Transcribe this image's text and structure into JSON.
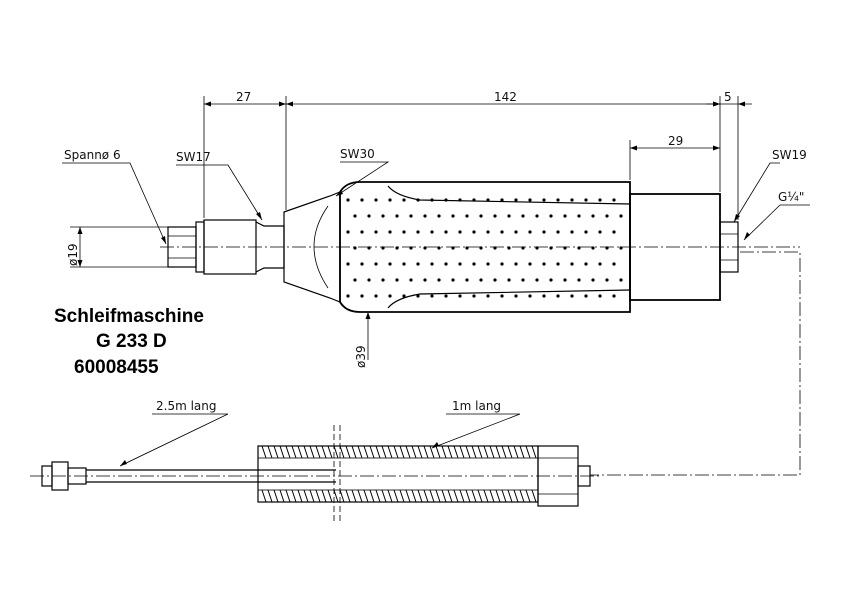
{
  "title": {
    "line1": "Schleifmaschine",
    "line2": "G 233 D",
    "line3": "60008455"
  },
  "dimensions": {
    "d27": "27",
    "d142": "142",
    "d5": "5",
    "d29": "29",
    "dia19": "ø19",
    "dia39": "ø39"
  },
  "labels": {
    "spann": "Spannø 6",
    "sw17": "SW17",
    "sw30": "SW30",
    "sw19": "SW19",
    "thread": "G¼\"",
    "hose_long": "2.5m lang",
    "hose_short": "1m lang"
  }
}
